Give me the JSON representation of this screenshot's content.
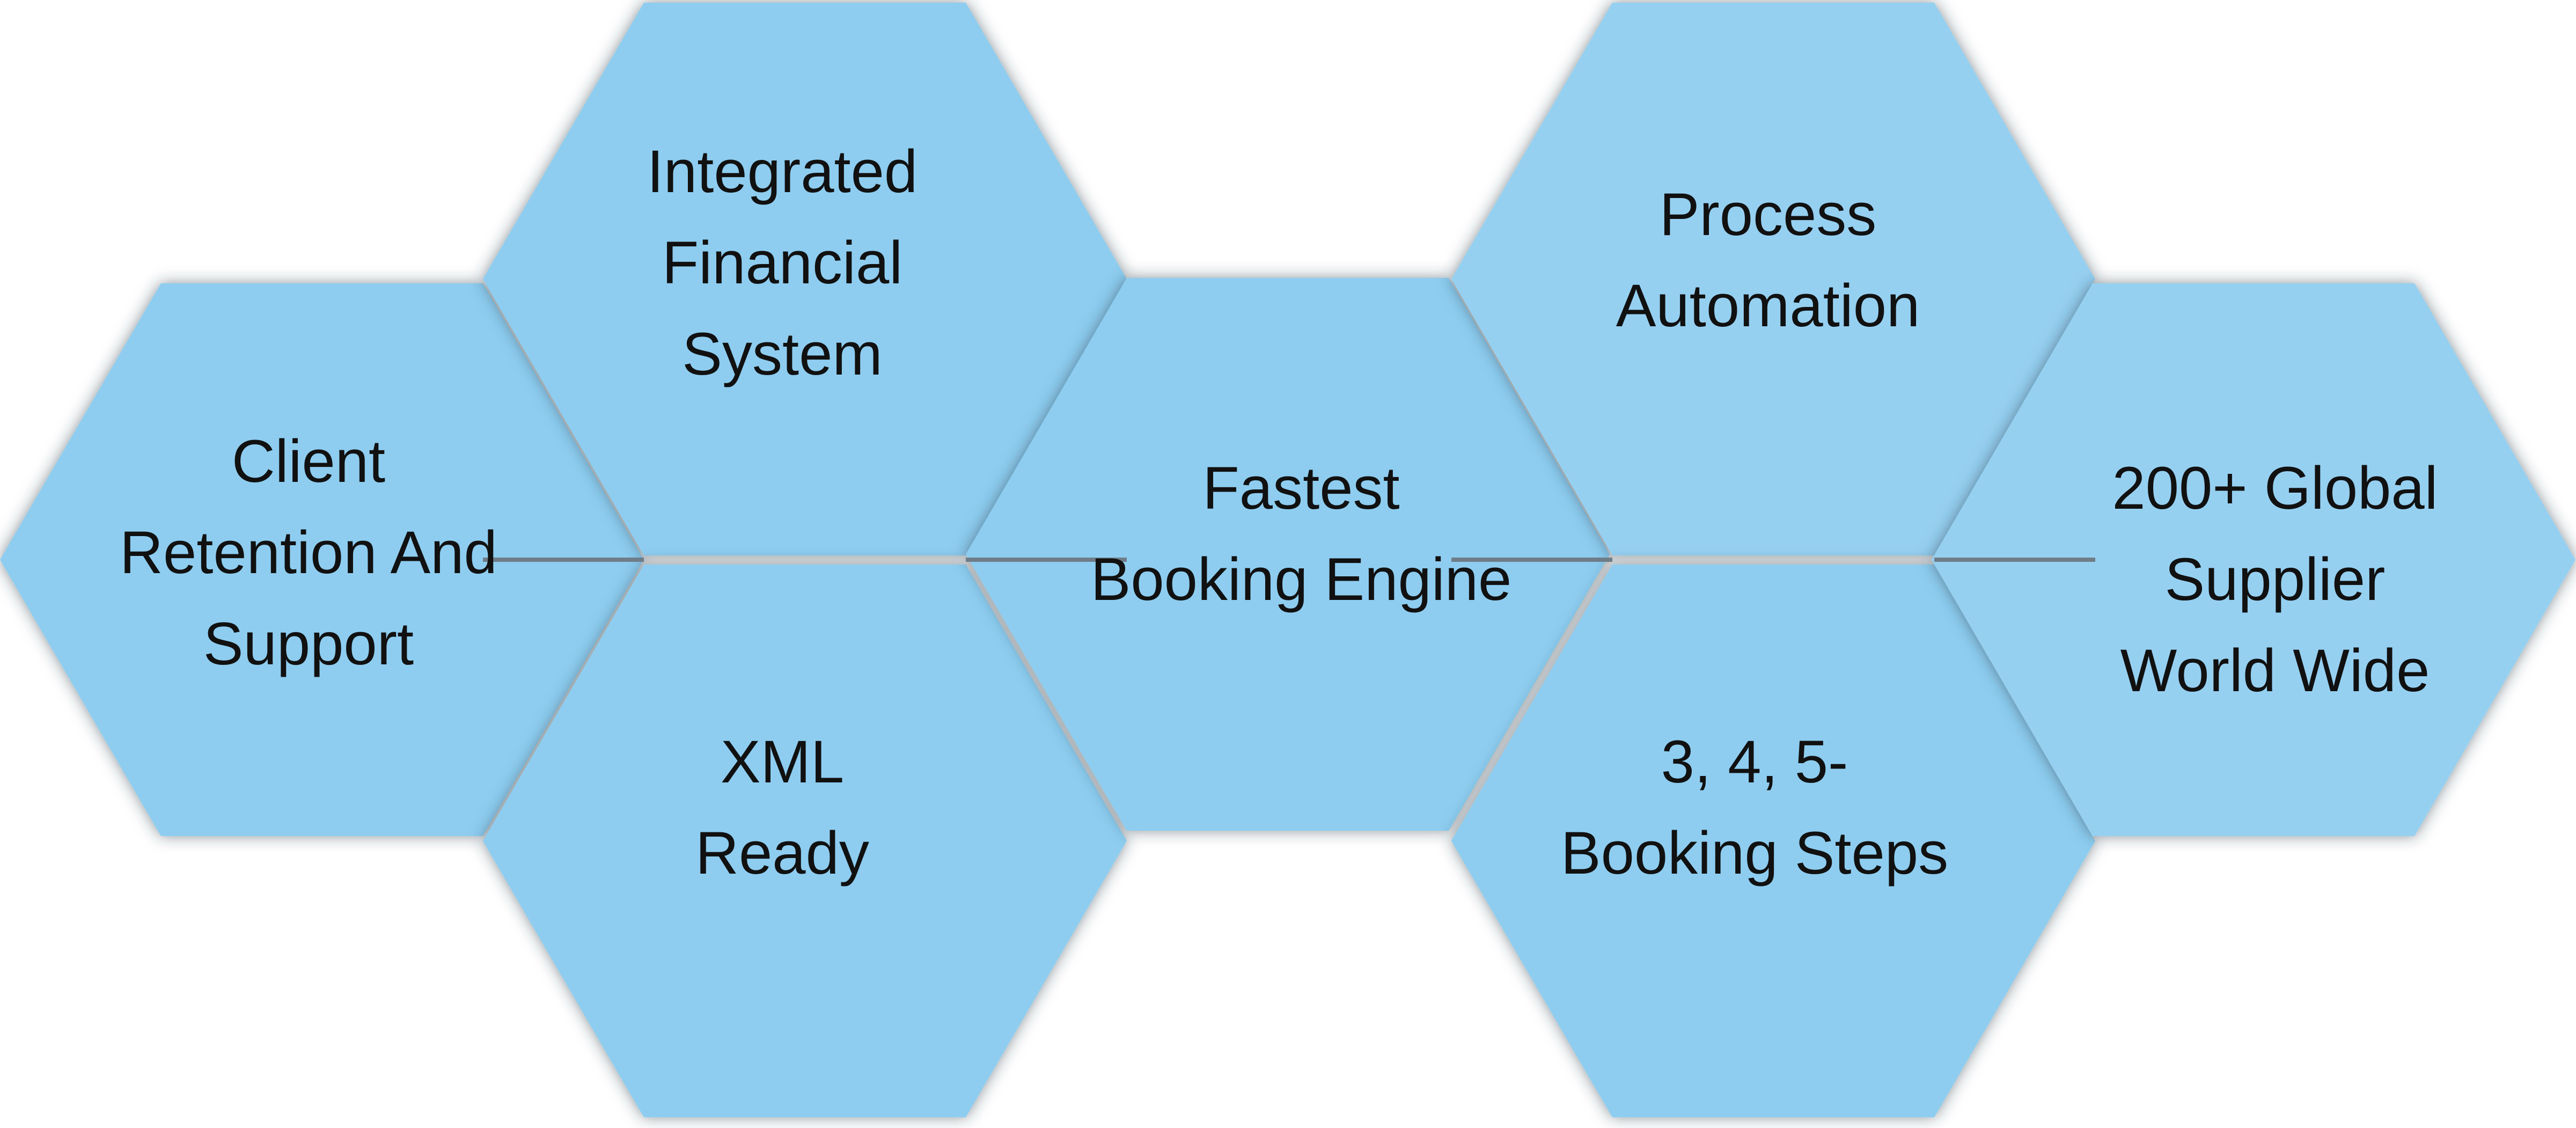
{
  "colors": {
    "hex_fill": "#8ecdf0",
    "hex_fill_light": "#96d0f1",
    "seam": "#6f7d88",
    "text": "#111111",
    "background": "#ffffff"
  },
  "hexagons": [
    {
      "id": "client-retention",
      "lines": [
        "Client",
        "Retention And",
        "Support"
      ]
    },
    {
      "id": "integrated-financial",
      "lines": [
        "Integrated",
        "Financial",
        "System"
      ]
    },
    {
      "id": "xml-ready",
      "lines": [
        "XML",
        "Ready"
      ]
    },
    {
      "id": "fastest-booking",
      "lines": [
        "Fastest",
        "Booking Engine"
      ]
    },
    {
      "id": "process-automation",
      "lines": [
        "Process",
        "Automation"
      ]
    },
    {
      "id": "booking-steps",
      "lines": [
        "3, 4, 5-",
        "Booking Steps"
      ]
    },
    {
      "id": "global-supplier",
      "lines": [
        "200+ Global",
        "Supplier",
        "World Wide"
      ]
    }
  ]
}
